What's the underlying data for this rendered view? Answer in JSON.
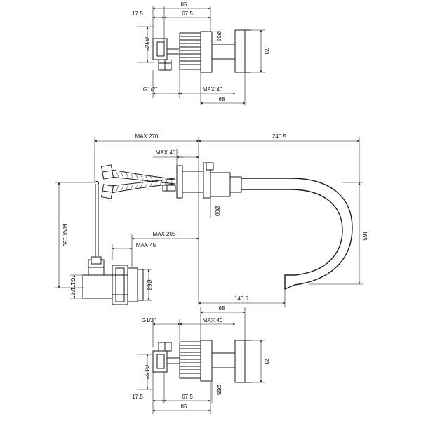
{
  "top_view": {
    "dims": {
      "overall": "85",
      "left": "17.5",
      "middle": "67.5",
      "diameter": "Ø55",
      "height": "73",
      "thread_top": "G1/2\"",
      "thread_bottom": "G1/2\"",
      "max_depth": "MAX 40",
      "plate_width": "68"
    }
  },
  "side_view": {
    "dims": {
      "max_total": "MAX 270",
      "max_depth": "MAX 40",
      "spout_length": "240.5",
      "spout_base": "Ø60",
      "max_height": "MAX 160",
      "spout_height": "165",
      "max_drain": "MAX 205",
      "max_drain_body": "MAX 45",
      "drain_diameter": "Ø63",
      "drain_thread": "G1\"1/4",
      "spout_reach": "140.5"
    }
  },
  "bottom_view": {
    "dims": {
      "plate_width": "68",
      "thread_top": "G1/2\"",
      "max_depth": "MAX 40",
      "height": "73",
      "thread_bottom": "G1/2\"",
      "left": "17.5",
      "middle": "67.5",
      "overall": "85",
      "diameter": "Ø55"
    }
  }
}
